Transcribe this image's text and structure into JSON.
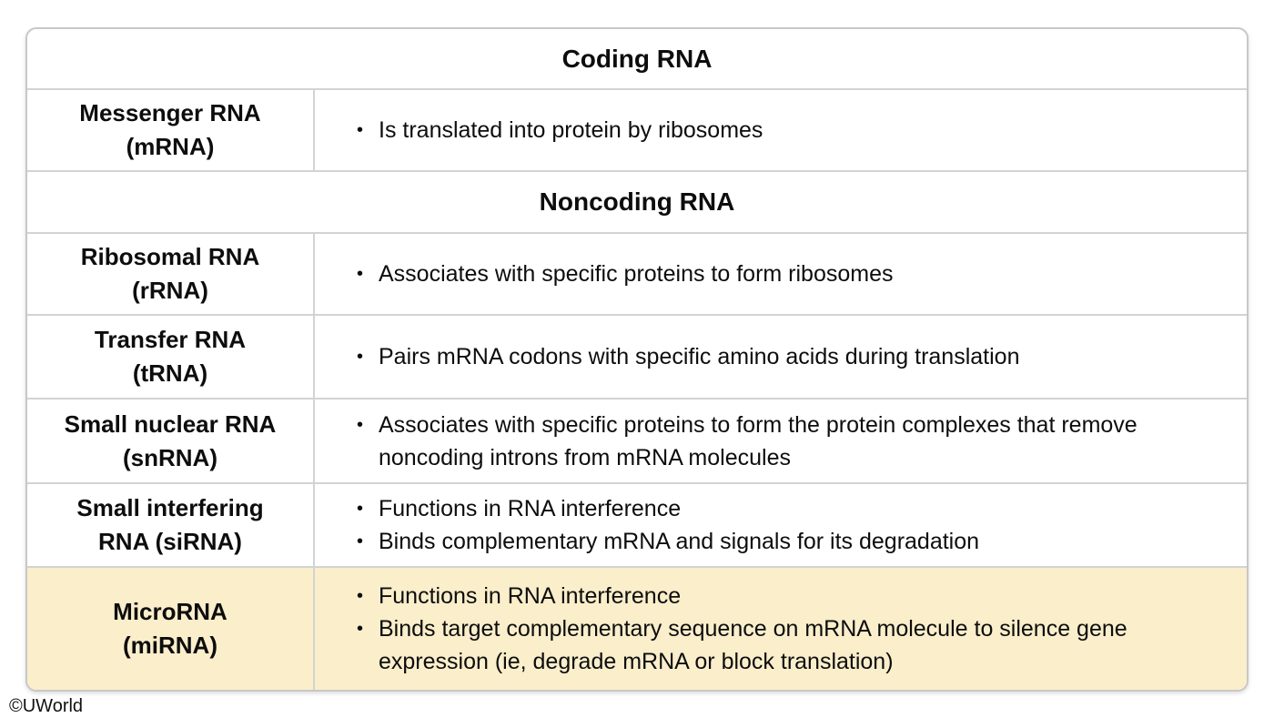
{
  "ui": {
    "bullet_char": "•"
  },
  "colors": {
    "highlight_bg": "#FAEECB",
    "border": "#D3D3D3",
    "outer_border": "#C8C8C8",
    "text": "#0D0D0D",
    "background": "#FFFFFF"
  },
  "table": {
    "sections": [
      {
        "header": "Coding RNA",
        "rows": [
          {
            "name": "Messenger RNA (mRNA)",
            "name_lines": [
              "Messenger RNA",
              "(mRNA)"
            ],
            "bullets": [
              "Is translated into protein by ribosomes"
            ],
            "highlight": false
          }
        ]
      },
      {
        "header": "Noncoding RNA",
        "rows": [
          {
            "name": "Ribosomal RNA (rRNA)",
            "name_lines": [
              "Ribosomal RNA",
              "(rRNA)"
            ],
            "bullets": [
              "Associates with specific proteins to form ribosomes"
            ],
            "highlight": false
          },
          {
            "name": "Transfer RNA (tRNA)",
            "name_lines": [
              "Transfer RNA",
              "(tRNA)"
            ],
            "bullets": [
              "Pairs mRNA codons with specific amino acids during translation"
            ],
            "highlight": false
          },
          {
            "name": "Small nuclear RNA (snRNA)",
            "name_lines": [
              "Small nuclear RNA",
              "(snRNA)"
            ],
            "bullets": [
              "Associates with specific proteins to form the protein complexes that remove noncoding introns from mRNA molecules"
            ],
            "highlight": false
          },
          {
            "name": "Small interfering RNA (siRNA)",
            "name_lines": [
              "Small interfering",
              "RNA (siRNA)"
            ],
            "bullets": [
              "Functions in RNA interference",
              "Binds complementary mRNA and signals for its degradation"
            ],
            "highlight": false
          },
          {
            "name": "MicroRNA (miRNA)",
            "name_lines": [
              "MicroRNA",
              "(miRNA)"
            ],
            "bullets": [
              "Functions in RNA interference",
              "Binds target complementary sequence on mRNA molecule to silence gene expression (ie, degrade mRNA or block translation)"
            ],
            "highlight": true
          }
        ]
      }
    ]
  },
  "footer": {
    "credit": "©UWorld"
  }
}
